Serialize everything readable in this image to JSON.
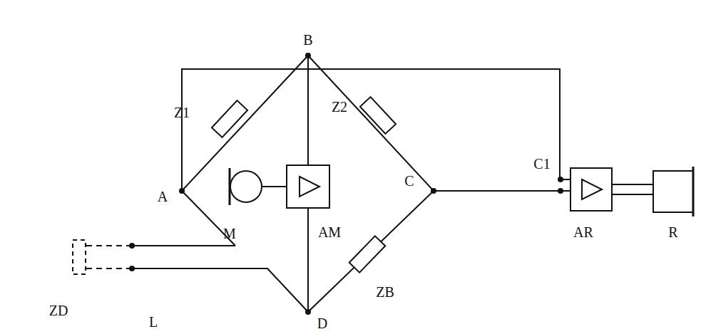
{
  "diagram": {
    "labels": [
      "B",
      "A",
      "C",
      "D",
      "M",
      "L",
      "Z1",
      "Z2",
      "ZB",
      "ZD",
      "C1",
      "AM",
      "AR",
      "R"
    ]
  }
}
